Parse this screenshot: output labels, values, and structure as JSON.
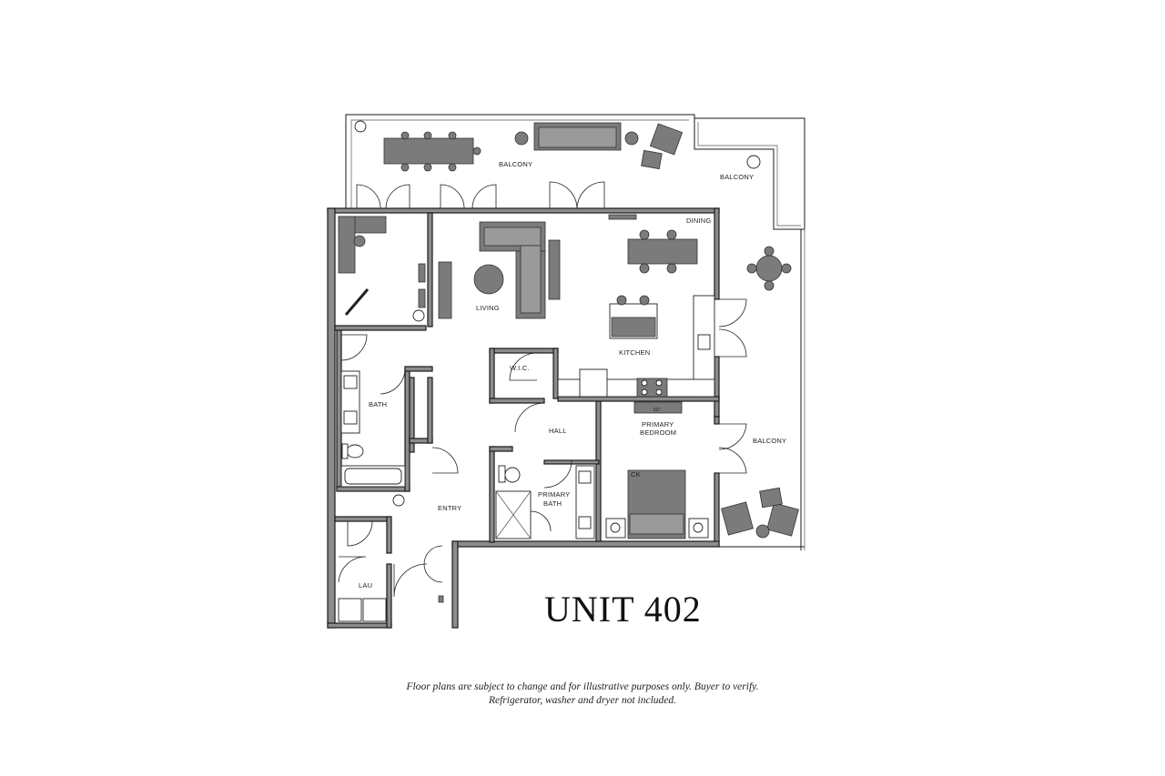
{
  "plan": {
    "title": "UNIT 402",
    "rooms": {
      "balcony_north": "BALCONY",
      "balcony_corner": "BALCONY",
      "balcony_east": "BALCONY",
      "dining": "DINING",
      "living": "LIVING",
      "kitchen": "KITCHEN",
      "wic": "W.I.C.",
      "bath": "BATH",
      "hall": "HALL",
      "primary_bedroom_1": "PRIMARY",
      "primary_bedroom_2": "BEDROOM",
      "primary_bath_1": "PRIMARY",
      "primary_bath_2": "BATH",
      "entry": "ENTRY",
      "laundry": "LAU",
      "closet_tag": "CK",
      "tv_tag": "60\""
    },
    "disclaimer_line1": "Floor plans are subject to change and for illustrative purposes only. Buyer to verify.",
    "disclaimer_line2": "Refrigerator, washer and dryer not included."
  },
  "colors": {
    "wall": "#8c8c8c",
    "furniture": "#7b7b7b",
    "linework": "#1a1a1a"
  }
}
